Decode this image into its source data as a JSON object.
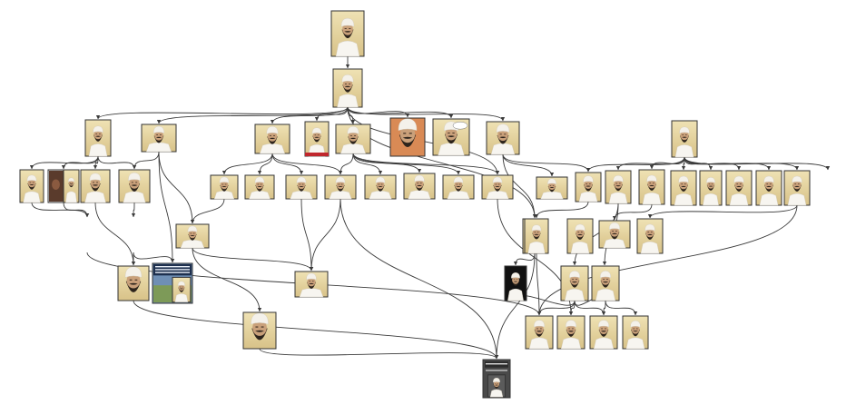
{
  "diagram": {
    "type": "directed-graph",
    "node_kind": "portrait-thumbnail",
    "colors": {
      "edge": "#3a3a3a",
      "frame": "#333333",
      "background_warm": "#e9d9a6",
      "skin": "#c9a07a",
      "turban": "#f4f1ea",
      "beard": "#2d241c",
      "robe": "#f7f5f0"
    },
    "nodes": [
      {
        "id": "root",
        "variant": "portrait"
      },
      {
        "id": "n2",
        "variant": "portrait"
      },
      {
        "id": "a1",
        "variant": "portrait"
      },
      {
        "id": "a2",
        "variant": "portrait"
      },
      {
        "id": "a3",
        "variant": "portrait"
      },
      {
        "id": "a4",
        "variant": "portrait",
        "accent": "#c0272d"
      },
      {
        "id": "a5",
        "variant": "portrait"
      },
      {
        "id": "a6",
        "variant": "closeup",
        "background": "#d98a55"
      },
      {
        "id": "a7",
        "variant": "portrait",
        "speech_bubble": true
      },
      {
        "id": "a8",
        "variant": "portrait"
      },
      {
        "id": "a9",
        "variant": "portrait"
      },
      {
        "id": "b1",
        "variant": "portrait"
      },
      {
        "id": "b2",
        "variant": "collage"
      },
      {
        "id": "b3",
        "variant": "portrait"
      },
      {
        "id": "b4",
        "variant": "portrait"
      },
      {
        "id": "c1",
        "variant": "portrait"
      },
      {
        "id": "c2",
        "variant": "portrait"
      },
      {
        "id": "c3",
        "variant": "portrait"
      },
      {
        "id": "c4",
        "variant": "portrait"
      },
      {
        "id": "c5",
        "variant": "portrait"
      },
      {
        "id": "c6",
        "variant": "portrait"
      },
      {
        "id": "c7",
        "variant": "portrait"
      },
      {
        "id": "c8",
        "variant": "portrait"
      },
      {
        "id": "d1",
        "variant": "portrait"
      },
      {
        "id": "d2",
        "variant": "portrait"
      },
      {
        "id": "d3",
        "variant": "portrait"
      },
      {
        "id": "d4",
        "variant": "portrait"
      },
      {
        "id": "d5",
        "variant": "portrait"
      },
      {
        "id": "d6",
        "variant": "portrait"
      },
      {
        "id": "d7",
        "variant": "portrait"
      },
      {
        "id": "d8",
        "variant": "portrait"
      },
      {
        "id": "d9",
        "variant": "portrait"
      },
      {
        "id": "e1",
        "variant": "portrait"
      },
      {
        "id": "e2",
        "variant": "portrait"
      },
      {
        "id": "e3",
        "variant": "portrait"
      },
      {
        "id": "f1",
        "variant": "portrait"
      },
      {
        "id": "f2",
        "variant": "portrait"
      },
      {
        "id": "f3",
        "variant": "portrait"
      },
      {
        "id": "f4",
        "variant": "portrait"
      },
      {
        "id": "f5",
        "variant": "portrait"
      },
      {
        "id": "g1",
        "variant": "closeup"
      },
      {
        "id": "g2",
        "variant": "poster",
        "background": "#6f8fb5"
      },
      {
        "id": "g3",
        "variant": "portrait"
      },
      {
        "id": "g4",
        "variant": "portrait",
        "background": "#111111"
      },
      {
        "id": "h1",
        "variant": "portrait"
      },
      {
        "id": "h2",
        "variant": "portrait"
      },
      {
        "id": "i1",
        "variant": "portrait"
      },
      {
        "id": "i2",
        "variant": "portrait"
      },
      {
        "id": "i3",
        "variant": "portrait"
      },
      {
        "id": "i4",
        "variant": "portrait"
      },
      {
        "id": "j1",
        "variant": "closeup"
      },
      {
        "id": "k1",
        "variant": "book",
        "background": "#4a4a4a"
      }
    ],
    "edges": [
      [
        "root",
        "n2"
      ],
      [
        "n2",
        "a1"
      ],
      [
        "n2",
        "a2"
      ],
      [
        "n2",
        "a3"
      ],
      [
        "n2",
        "a4"
      ],
      [
        "n2",
        "a5"
      ],
      [
        "n2",
        "a6"
      ],
      [
        "n2",
        "a7"
      ],
      [
        "n2",
        "a8"
      ],
      [
        "n2",
        "e2"
      ],
      [
        "n2",
        "c8"
      ],
      [
        "a1",
        "b1"
      ],
      [
        "a1",
        "b2"
      ],
      [
        "a1",
        "b3"
      ],
      [
        "a1",
        "b4"
      ],
      [
        "a2",
        "b4"
      ],
      [
        "a2",
        "e1"
      ],
      [
        "a2",
        "g2"
      ],
      [
        "a3",
        "c1"
      ],
      [
        "a3",
        "c2"
      ],
      [
        "a3",
        "c3"
      ],
      [
        "a3",
        "c4"
      ],
      [
        "a5",
        "c4"
      ],
      [
        "a5",
        "c5"
      ],
      [
        "a5",
        "c6"
      ],
      [
        "a5",
        "c7"
      ],
      [
        "a5",
        "c8"
      ],
      [
        "a8",
        "d1"
      ],
      [
        "a8",
        "d2"
      ],
      [
        "a8",
        "e2"
      ],
      [
        "a9",
        "d2"
      ],
      [
        "a9",
        "d3"
      ],
      [
        "a9",
        "d4"
      ],
      [
        "a9",
        "d5"
      ],
      [
        "a9",
        "d6"
      ],
      [
        "a9",
        "d7"
      ],
      [
        "a9",
        "d8"
      ],
      [
        "a9",
        "d9"
      ],
      [
        "a9",
        "e4"
      ],
      [
        "b1",
        "e0"
      ],
      [
        "b2",
        "e0"
      ],
      [
        "b4",
        "e5"
      ],
      [
        "e5",
        "g1"
      ],
      [
        "e5",
        "g2"
      ],
      [
        "b3",
        "g1"
      ],
      [
        "e0",
        "i1"
      ],
      [
        "c3",
        "g3"
      ],
      [
        "c4",
        "g3"
      ],
      [
        "c1",
        "e1"
      ],
      [
        "c4",
        "k1"
      ],
      [
        "e1",
        "g3"
      ],
      [
        "e1",
        "j1"
      ],
      [
        "d2",
        "f1"
      ],
      [
        "d3",
        "f2"
      ],
      [
        "d3",
        "f3"
      ],
      [
        "d4",
        "f4"
      ],
      [
        "d9",
        "f5"
      ],
      [
        "f1",
        "i1"
      ],
      [
        "f2",
        "g4"
      ],
      [
        "f2",
        "h1"
      ],
      [
        "f2",
        "h2"
      ],
      [
        "h1",
        "i1"
      ],
      [
        "h1",
        "i2"
      ],
      [
        "h1",
        "i3"
      ],
      [
        "h2",
        "i3"
      ],
      [
        "h2",
        "i4"
      ],
      [
        "e2",
        "g4"
      ],
      [
        "e2",
        "k1"
      ],
      [
        "g1",
        "k1"
      ],
      [
        "j1",
        "k1"
      ],
      [
        "d9",
        "i1"
      ],
      [
        "c8",
        "i2"
      ]
    ]
  }
}
